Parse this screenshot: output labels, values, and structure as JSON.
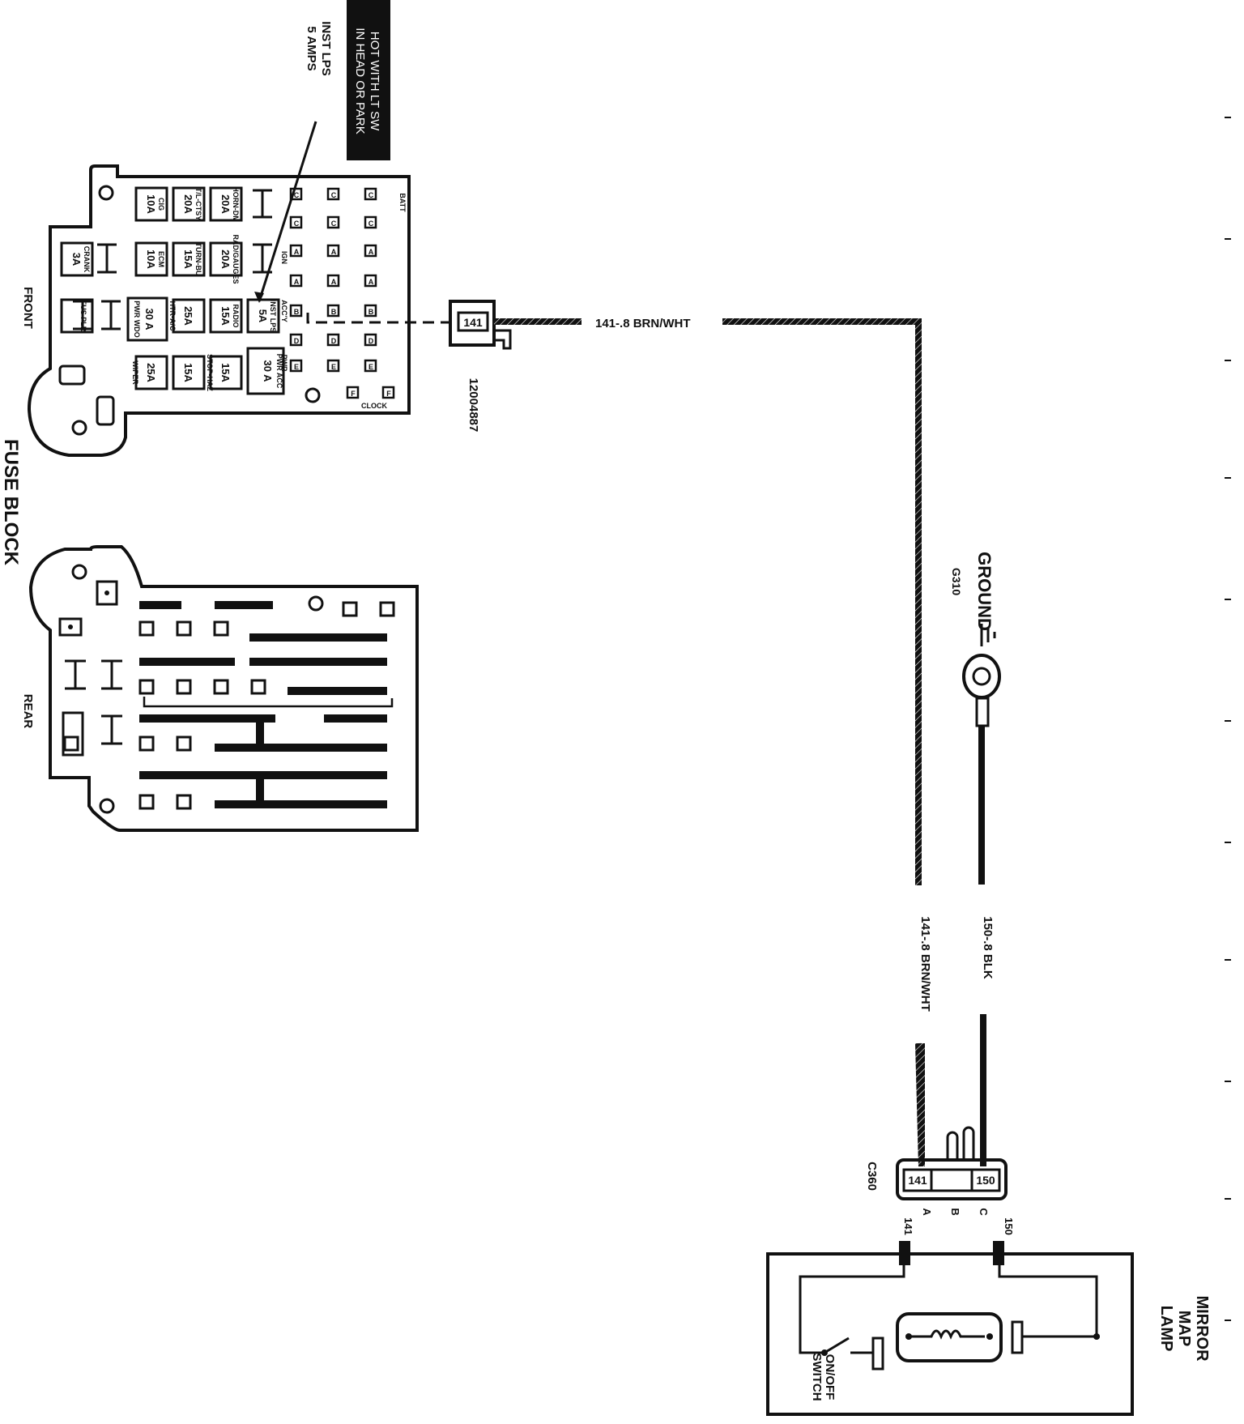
{
  "labels": {
    "fuse_block": "FUSE BLOCK",
    "front": "FRONT",
    "rear": "REAR",
    "inst_lps": "INST LPS",
    "five_amps": "5 AMPS",
    "hot_with_lt_sw": "HOT WITH LT SW",
    "in_head_or_park": "IN HEAD OR PARK",
    "connector_part": "12004887",
    "wire_141_top": "141-.8 BRN/WHT",
    "wire_141_vert": "141-.8 BRN/WHT",
    "wire_150_vert": "150-.8 BLK",
    "ground": "GROUND",
    "ground_id": "G310",
    "c360": "C360",
    "pin_a": "A",
    "pin_b": "B",
    "pin_c": "C",
    "pin_141": "141",
    "pin_150": "150",
    "mirror": "MIRROR",
    "map": "MAP",
    "lamp": "LAMP",
    "on_off": "ON/OFF",
    "switch": "SWITCH",
    "batt": "BATT",
    "clock": "CLOCK",
    "accy": "ACC'Y",
    "ign": "IGN",
    "pwr": "PWR",
    "pwr_acc": "PWR ACC",
    "fus_plr": "FUS PLR",
    "crank": "CRANK",
    "pwr_wdo": "PWR WDO",
    "wiper": "WIPER"
  },
  "fuses": {
    "f1": "10A",
    "f2": "20A",
    "f3": "20A",
    "f4": "3A",
    "f5": "10A",
    "f6": "15A",
    "f7": "20A",
    "f8": "30 A",
    "f9": "25A",
    "f10": "15A",
    "f11": "5A",
    "f12": "25A",
    "f13": "15A",
    "f14": "15A",
    "f15": "30 A"
  },
  "fuse_names": {
    "n1": "CIG",
    "n2": "T/L-CTSY",
    "n3": "HORN-DM",
    "n4": "ECM",
    "n5": "TURN-BU",
    "n6": "RAD/GAUGES",
    "n7": "HTR-A/C",
    "n8": "RADIO",
    "n9": "STOP-HAZ",
    "n10": "INST LPS"
  },
  "terminals": {
    "c": "C",
    "a": "A",
    "b": "B",
    "d": "D",
    "e": "E",
    "f": "F"
  },
  "connector_pin": "141",
  "colors": {
    "ink": "#111111",
    "paper": "#ffffff"
  }
}
